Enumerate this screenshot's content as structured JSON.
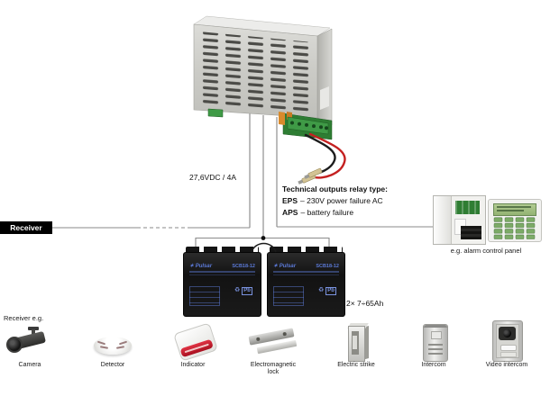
{
  "colors": {
    "wire_red": "#c42020",
    "wire_black": "#1c1c1c",
    "line_gray": "#8a8a8a",
    "pcb_green": "#2f7d33",
    "keypad_button_green": "#7cab67",
    "battery_print_blue": "#5b79d6",
    "indicator_red": "#c01828"
  },
  "psu": {
    "output_label": "27,6VDC / 4A"
  },
  "tech_outputs": {
    "title": "Technical outputs relay type:",
    "lines": [
      {
        "term": "EPS",
        "desc": "– 230V power failure AC"
      },
      {
        "term": "APS",
        "desc": "– battery failure"
      }
    ]
  },
  "receiver": {
    "label": "Receiver"
  },
  "batteries": {
    "brand": "Pulsar",
    "brand_star": "✶",
    "model": "SCB18-12",
    "recycle_glyph": "♻",
    "pb_label": "Pb",
    "capacity_label": "2× 7÷65Ah"
  },
  "alarm_panel": {
    "caption": "e.g. alarm control panel"
  },
  "devices": {
    "heading": "Receiver e.g.",
    "items": [
      {
        "label": "Camera"
      },
      {
        "label": "Detector"
      },
      {
        "label": "Indicator"
      },
      {
        "label": "Electromagnetic lock"
      },
      {
        "label": "Electric strike"
      },
      {
        "label": "Intercom"
      },
      {
        "label": "Video intercom"
      }
    ]
  }
}
